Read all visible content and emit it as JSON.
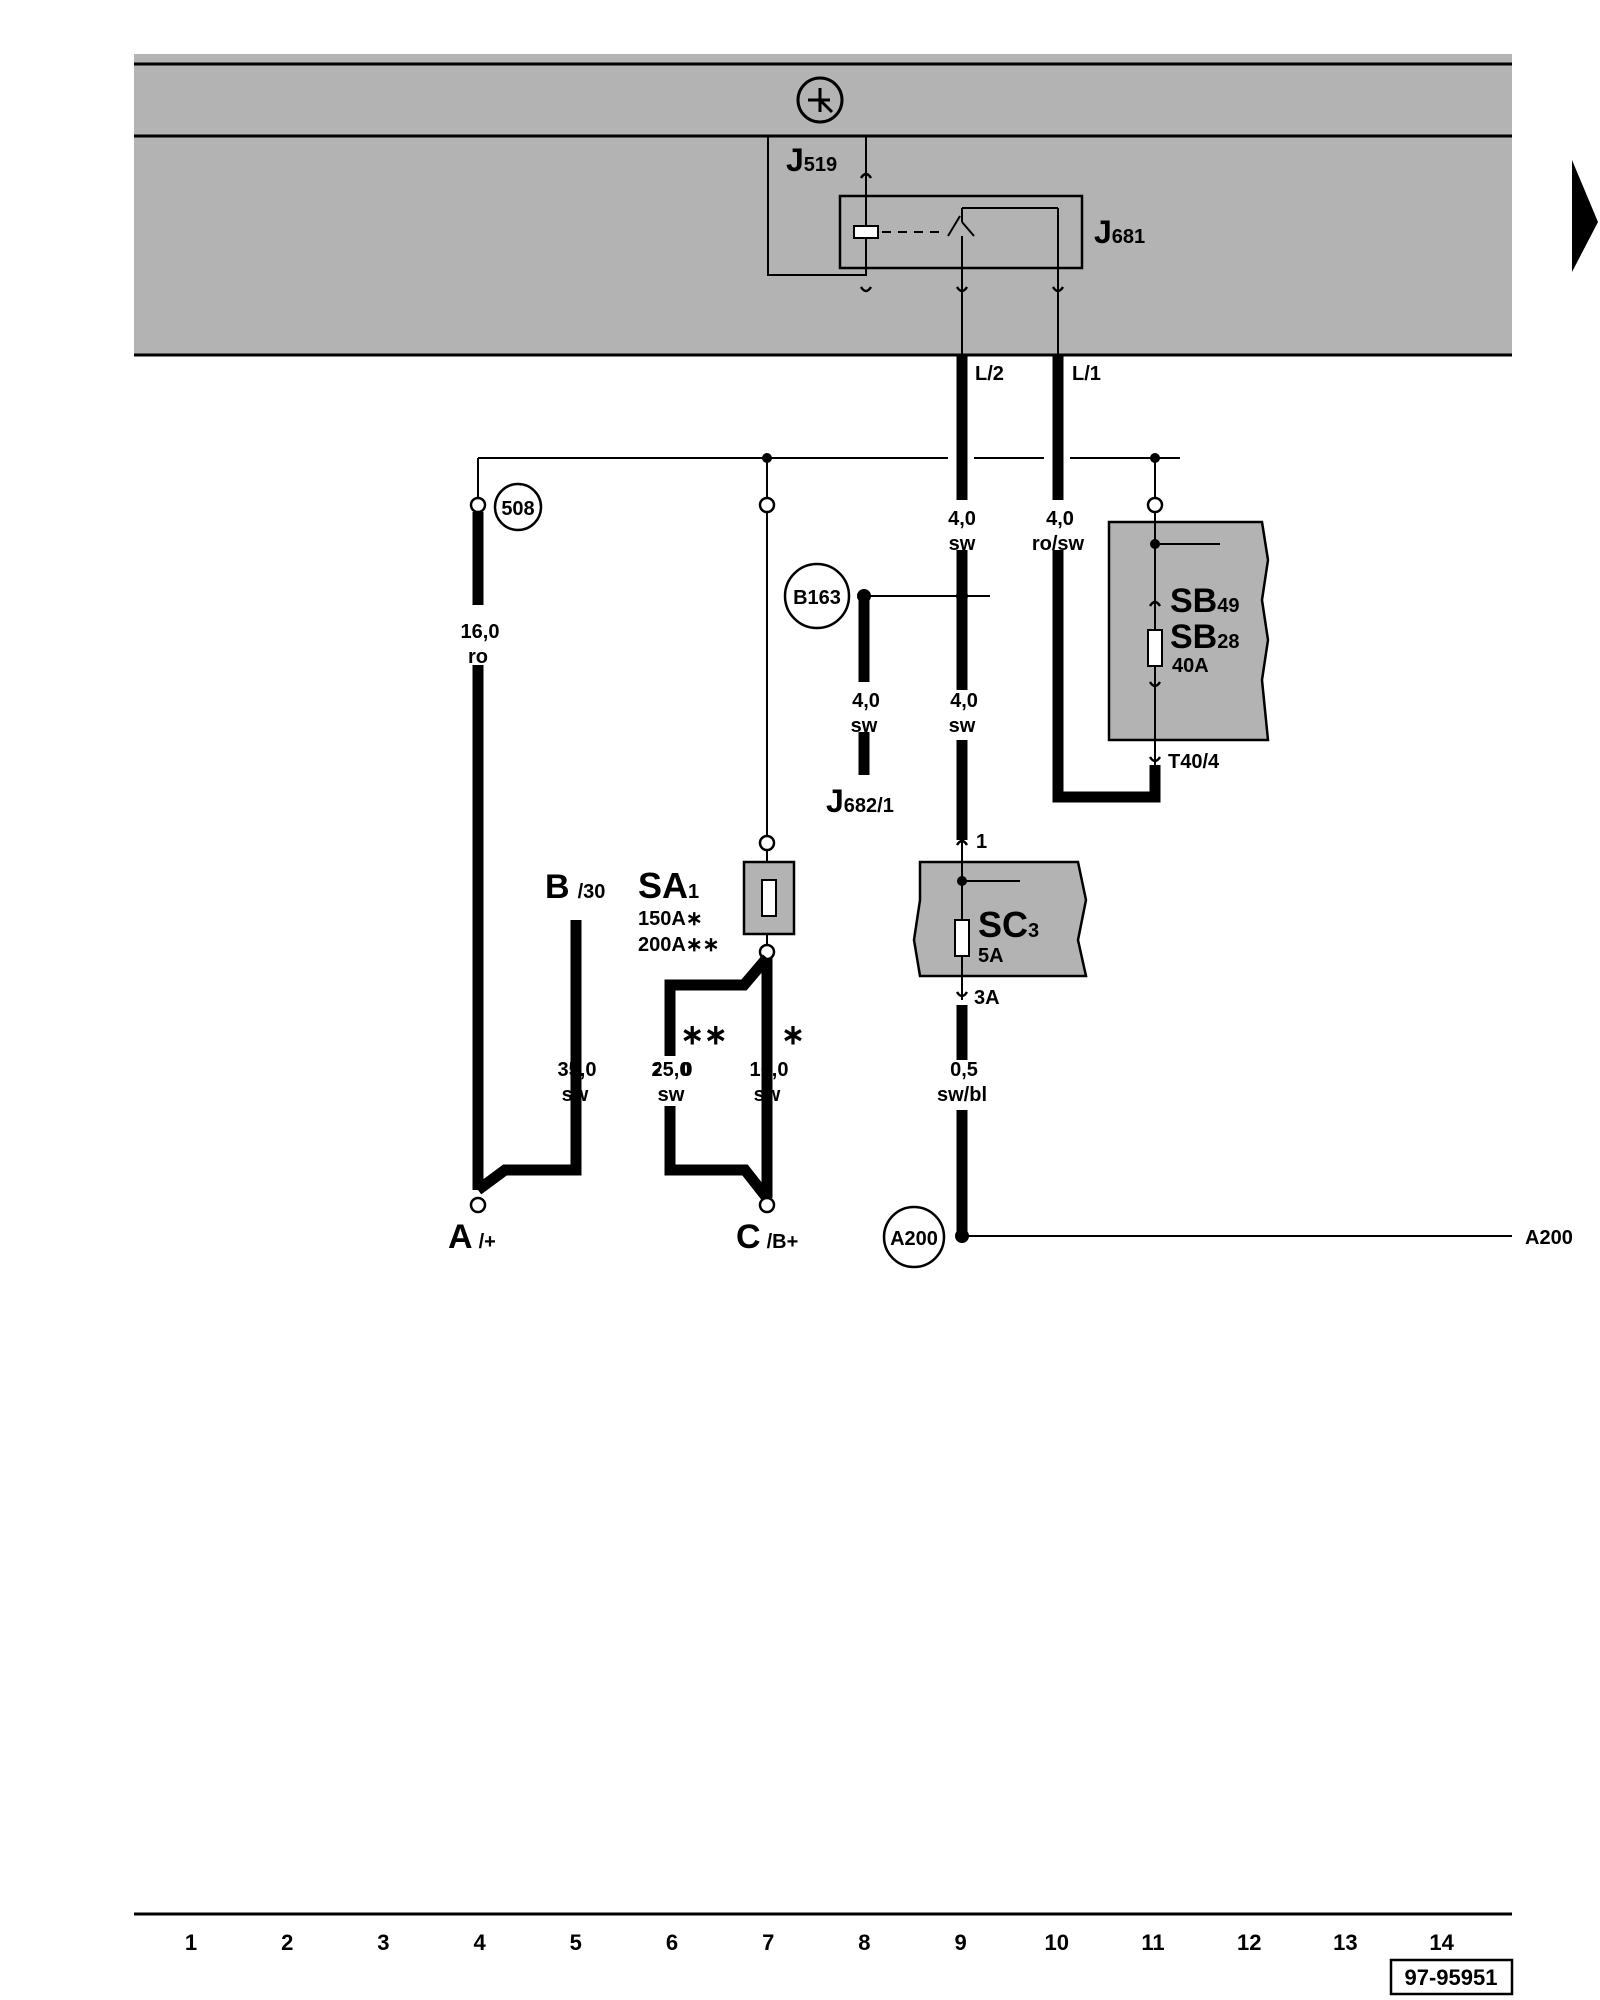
{
  "header": {
    "ground_symbol": "ground-icon"
  },
  "components": {
    "j519": {
      "main": "J",
      "sub": "519"
    },
    "j681": {
      "main": "J",
      "sub": "681"
    },
    "j682": {
      "main": "J",
      "sub": "682",
      "suffix": "/1"
    },
    "sb49": {
      "main": "SB",
      "sub": "49"
    },
    "sb28": {
      "main": "SB",
      "sub": "28"
    },
    "sb_rating": "40A",
    "sa1": {
      "main": "SA",
      "sub": "1",
      "rating1": "150A",
      "rating1_mark": "∗",
      "rating2": "200A",
      "rating2_mark": "∗∗"
    },
    "sc3": {
      "main": "SC",
      "sub": "3",
      "rating": "5A"
    },
    "b30": {
      "main": "B",
      "sub": "/30"
    },
    "a_plus": {
      "main": "A",
      "sub": "/+"
    },
    "c_bplus": {
      "main": "C",
      "sub": "/B+"
    }
  },
  "pins": {
    "l2": "L/2",
    "l1": "L/1",
    "t40": "T40/4",
    "pin1": "1",
    "pin3a": "3A"
  },
  "connectors": {
    "c508": "508",
    "b163": "B163",
    "a200": "A200",
    "a200_right": "A200"
  },
  "wires": {
    "w_col9_top": {
      "size": "4,0",
      "color": "sw"
    },
    "w_col10": {
      "size": "4,0",
      "color": "ro/sw"
    },
    "w_col4": {
      "size": "16,0",
      "color": "ro"
    },
    "w_b163": {
      "size": "4,0",
      "color": "sw"
    },
    "w_col9_mid": {
      "size": "4,0",
      "color": "sw"
    },
    "w_col5": {
      "size": "35,0",
      "color": "sw"
    },
    "w_col6": {
      "size": "25,0",
      "color": "sw"
    },
    "w_col7": {
      "size": "16,0",
      "color": "sw"
    },
    "w_col9_low": {
      "size": "0,5",
      "color": "sw/bl"
    }
  },
  "marks": {
    "double": "∗∗",
    "single": "∗"
  },
  "footer": {
    "columns": [
      "1",
      "2",
      "3",
      "4",
      "5",
      "6",
      "7",
      "8",
      "9",
      "10",
      "11",
      "12",
      "13",
      "14"
    ],
    "code": "97-95951"
  }
}
